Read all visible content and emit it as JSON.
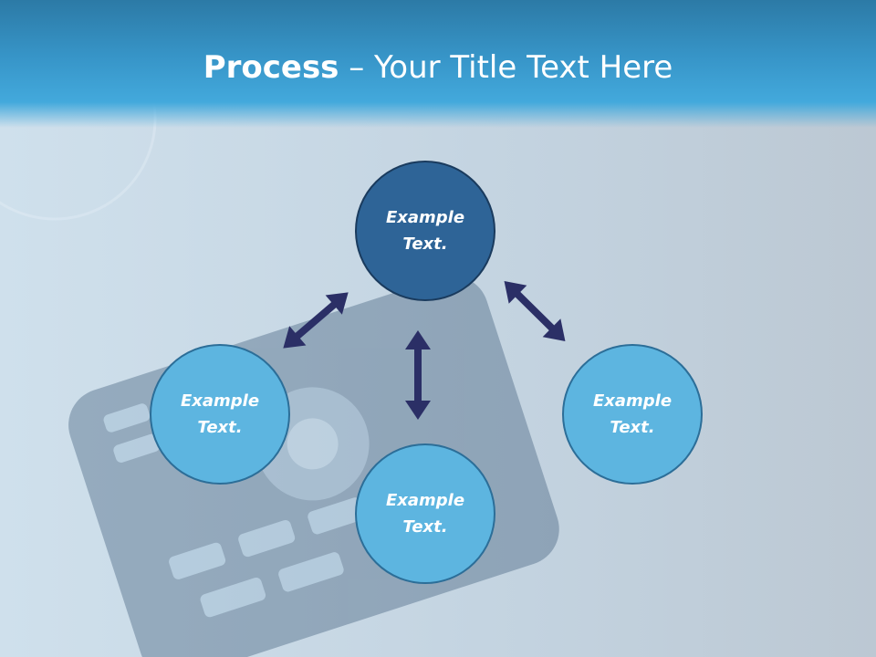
{
  "title": {
    "bold": "Process",
    "rest": " – Your Title Text Here"
  },
  "nodes": {
    "top": {
      "line1": "Example",
      "line2": "Text."
    },
    "left": {
      "line1": "Example",
      "line2": "Text."
    },
    "right": {
      "line1": "Example",
      "line2": "Text."
    },
    "bottom": {
      "line1": "Example",
      "line2": "Text."
    }
  },
  "colors": {
    "title_band": "#3795c8",
    "node_primary": "#2e6497",
    "node_secondary": "#5db5e0",
    "arrow": "#2b2f66"
  }
}
